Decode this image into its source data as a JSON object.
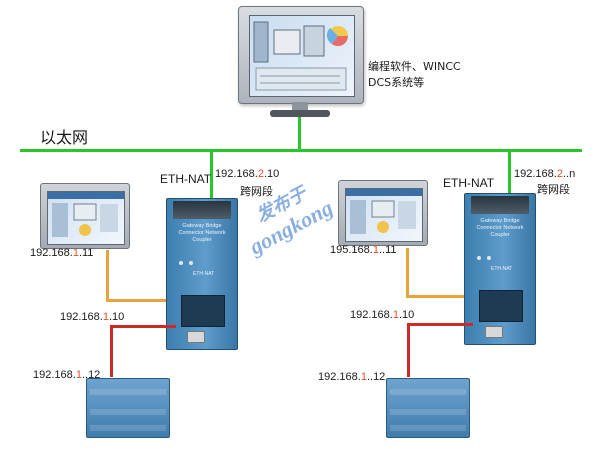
{
  "network_label": "以太网",
  "workstation": {
    "line1": "编程软件、WINCC",
    "line2": "DCS系统等"
  },
  "left": {
    "gateway_title": "ETH-NAT",
    "top_ip_pre": "192.168.",
    "top_ip_hl": "2",
    "top_ip_post": ".10",
    "cross_segment": "跨网段",
    "hmi_ip_pre": "192.168.",
    "hmi_ip_hl": "1",
    "hmi_ip_post": ".11",
    "port_ip_pre": "192.168.",
    "port_ip_hl": "1",
    "port_ip_post": ".10",
    "plc_ip_pre": "192.168.",
    "plc_ip_hl": "1",
    "plc_ip_post": "..12",
    "device_text": "Gateway Bridge Connector Network Coupler",
    "device_tag": "ETH-NAT"
  },
  "right": {
    "gateway_title": "ETH-NAT",
    "top_ip_pre": "192.168.",
    "top_ip_hl": "2",
    "top_ip_post": "..n",
    "cross_segment": "跨网段",
    "hmi_ip_pre": "195.168.",
    "hmi_ip_hl": "1",
    "hmi_ip_post": "..11",
    "port_ip_pre": "192.168.",
    "port_ip_hl": "1",
    "port_ip_post": ".10",
    "plc_ip_pre": "192.168.",
    "plc_ip_hl": "1",
    "plc_ip_post": "..12",
    "device_text": "Gateway Bridge Connector Network Coupler",
    "device_tag": "ETH-NAT"
  },
  "watermark": {
    "line1": "发布于",
    "line2": "gongkong"
  },
  "colors": {
    "ethernet": "#28c828",
    "hmi_link": "#e8a33a",
    "plc_link": "#cf2a2a",
    "highlight": "#e0502a"
  }
}
